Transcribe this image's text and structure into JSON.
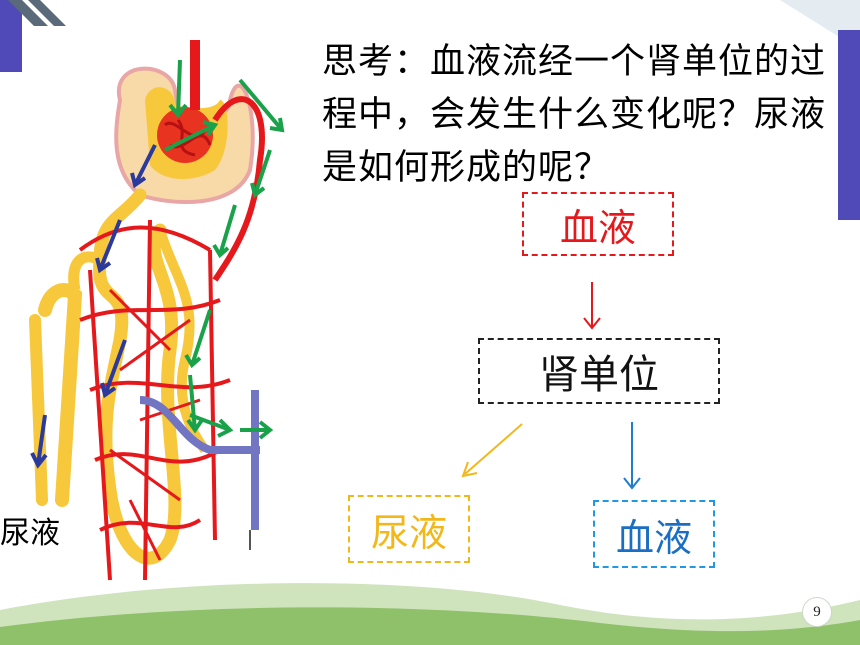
{
  "slide": {
    "question": "思考：血液流经一个肾单位的过程中，会发生什么变化呢？尿液是如何形成的呢？",
    "page_number": "9"
  },
  "figure": {
    "urine_label": "尿液"
  },
  "flowchart": {
    "blood_top": "血液",
    "nephron": "肾单位",
    "urine": "尿液",
    "blood_bottom": "血液"
  },
  "colors": {
    "deco_purple": "#4f4ab8",
    "deco_green": "#8fc06a",
    "blood_red": "#e5191c",
    "urine_yellow": "#f2b81a",
    "blood_blue": "#1a6fc4",
    "flow_green": "#1aa24a",
    "flow_navy": "#2b3a9c"
  },
  "icons": [
    "kidney-nephron-illustration",
    "down-arrow",
    "diagonal-arrow",
    "flow-arrow"
  ]
}
